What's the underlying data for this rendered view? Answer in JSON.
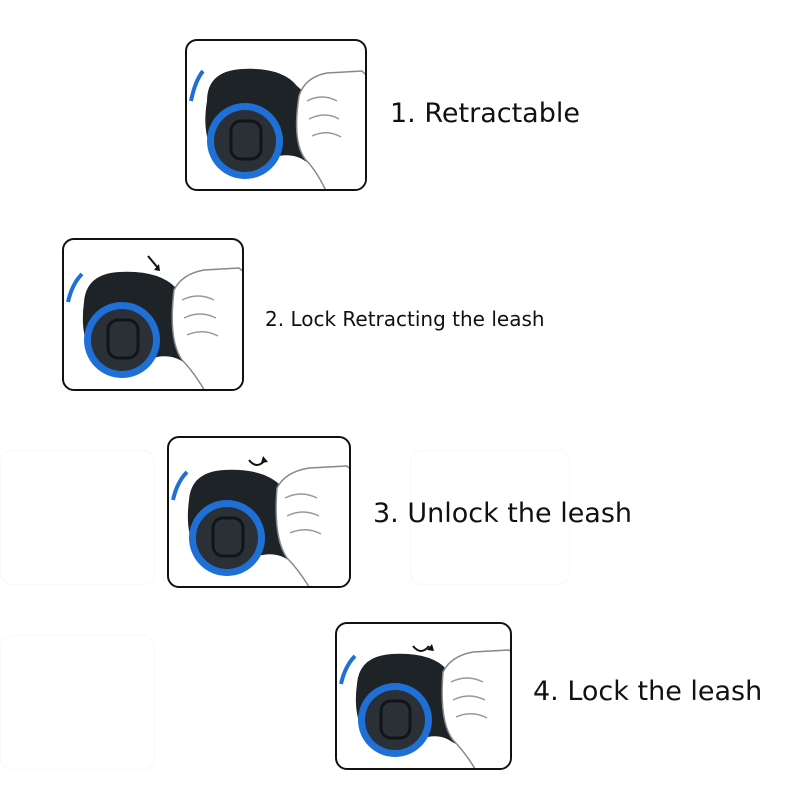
{
  "steps": [
    {
      "label": "1. Retractable",
      "indicator": "none"
    },
    {
      "label": "2. Lock Retracting the leash",
      "indicator": "arrow-down-right-icon"
    },
    {
      "label": "3. Unlock the leash",
      "indicator": "rotate-clockwise-icon"
    },
    {
      "label": "4. Lock the leash",
      "indicator": "rotate-counterclockwise-icon"
    }
  ],
  "colors": {
    "handle_body": "#1e2328",
    "accent_blue": "#1e6fd6",
    "card_border": "#111111",
    "hand": "#ffffff"
  }
}
